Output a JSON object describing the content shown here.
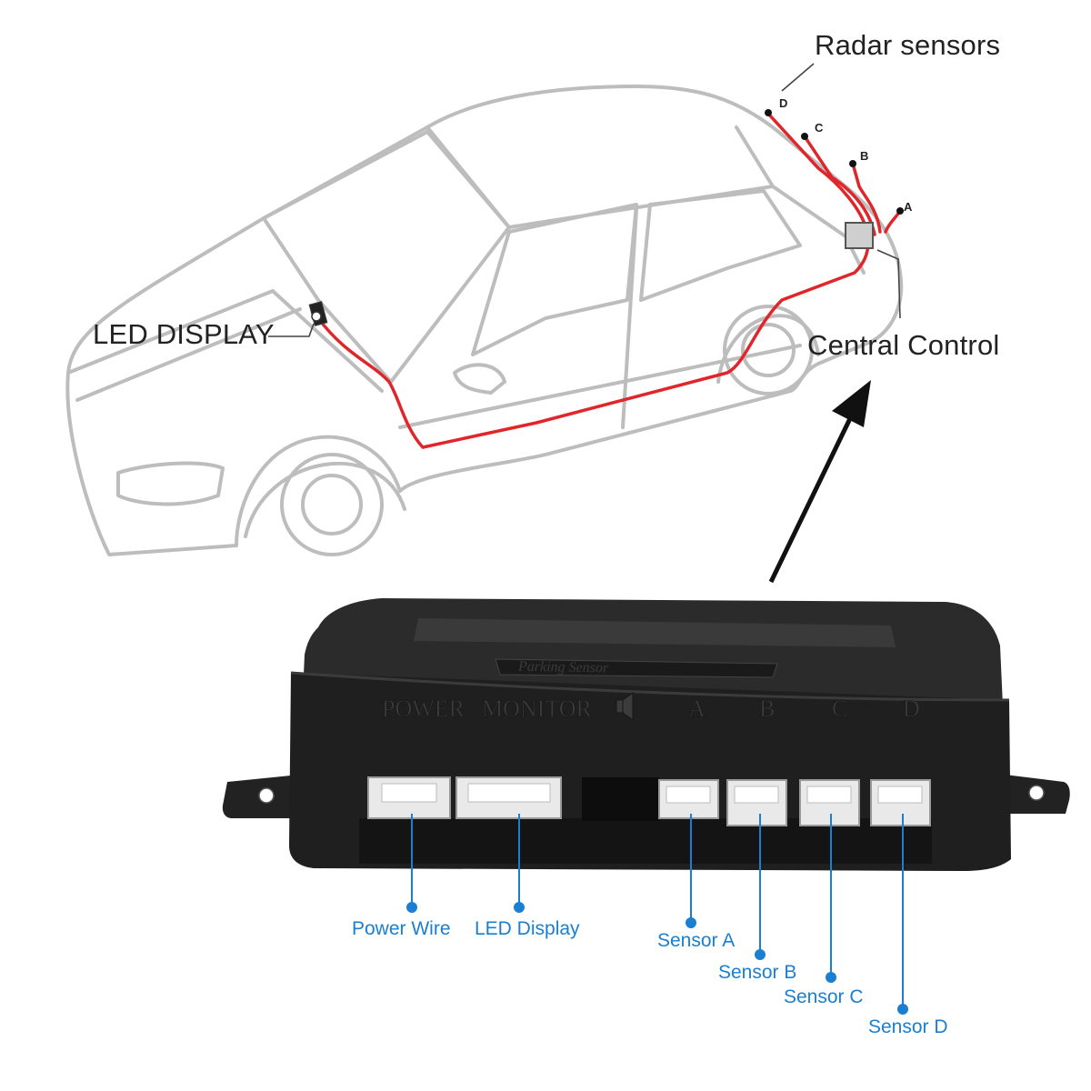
{
  "car_diagram": {
    "labels": {
      "radar_sensors": "Radar sensors",
      "led_display": "LED DISPLAY",
      "central_control": "Central Control"
    },
    "sensor_letters": [
      "D",
      "C",
      "B",
      "A"
    ],
    "wire_color": "#e0262b",
    "outline_color": "#bdbdbd"
  },
  "control_box": {
    "panel_text": [
      "POWER",
      "MONITOR",
      "A",
      "B",
      "C",
      "D"
    ],
    "speaker_icon": "speaker-icon",
    "top_label": "Parking Sensor",
    "body_color": "#262626"
  },
  "connector_callouts": [
    {
      "name": "power-wire",
      "label": "Power Wire"
    },
    {
      "name": "led-display",
      "label": "LED Display"
    },
    {
      "name": "sensor-a",
      "label": "Sensor A"
    },
    {
      "name": "sensor-b",
      "label": "Sensor B"
    },
    {
      "name": "sensor-c",
      "label": "Sensor C"
    },
    {
      "name": "sensor-d",
      "label": "Sensor D"
    }
  ],
  "colors": {
    "callout_blue": "#1a7fd1",
    "arrow": "#111111"
  }
}
